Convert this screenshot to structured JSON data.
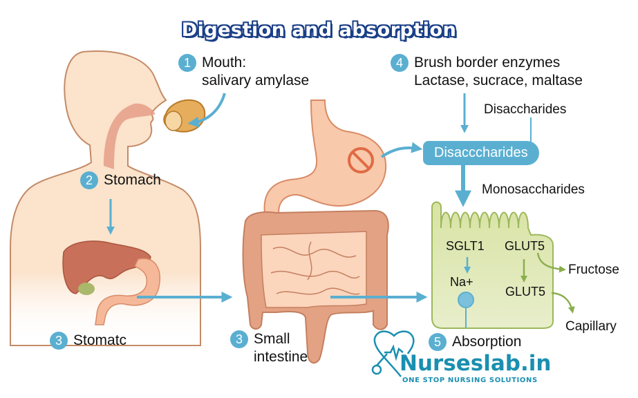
{
  "title": "Digestion and absorption",
  "steps": {
    "mouth": {
      "number": "1",
      "title": "Mouth:",
      "subtitle": "salivary amylase"
    },
    "stomach": {
      "number": "2",
      "label": "Stomach"
    },
    "stomatc": {
      "number": "3",
      "label": "Stomatc"
    },
    "small_intestine": {
      "number": "3",
      "line1": "Small",
      "line2": "intestine"
    },
    "brush_border": {
      "number": "4",
      "title": "Brush border enzymes",
      "subtitle": "Lactase, sucrace, maltase"
    },
    "absorption": {
      "number": "5",
      "label": "Absorption"
    }
  },
  "flow": {
    "disaccharides_label": "Disaccharides",
    "disaccharides_box": "Disacccharides",
    "monosaccharides_label": "Monosaccharides"
  },
  "cell": {
    "sglt1": "SGLT1",
    "glut5_top": "GLUT5",
    "na": "Na+",
    "glut5_bottom": "GLUT5",
    "fructose": "Fructose",
    "capillary": "Capillary"
  },
  "branding": {
    "name": "Nurseslab.in",
    "tagline": "ONE STOP NURSING SOLUTIONS"
  },
  "colors": {
    "accent_blue": "#5aafd1",
    "title_outline": "#1a3f87",
    "skin": "#fbe3cc",
    "organ": "#f5b99a",
    "colon": "#e3a283",
    "liver": "#c8705a",
    "cell": "#dde6b0",
    "cell_border": "#9bb85a",
    "green_arrow": "#8aae4e",
    "brand": "#1a8fb0"
  }
}
